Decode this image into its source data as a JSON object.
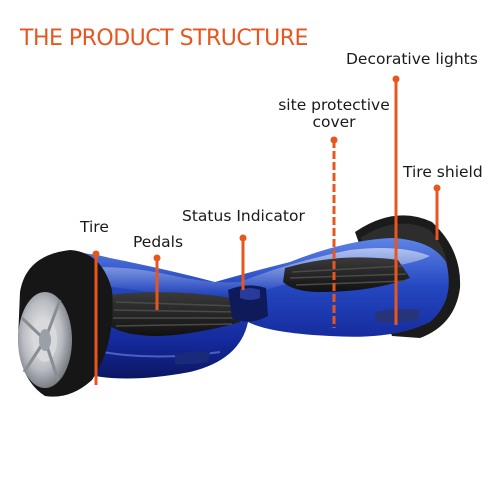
{
  "title": "THE PRODUCT STRUCTURE",
  "accent_color": "#e8561f",
  "body_color": "#1f3fb0",
  "labels": {
    "decorative_lights": "Decorative lights",
    "protective_cover_line1": "site protective",
    "protective_cover_line2": "cover",
    "tire_shield": "Tire shield",
    "status_indicator": "Status Indicator",
    "tire": "Tire",
    "pedals": "Pedals"
  }
}
